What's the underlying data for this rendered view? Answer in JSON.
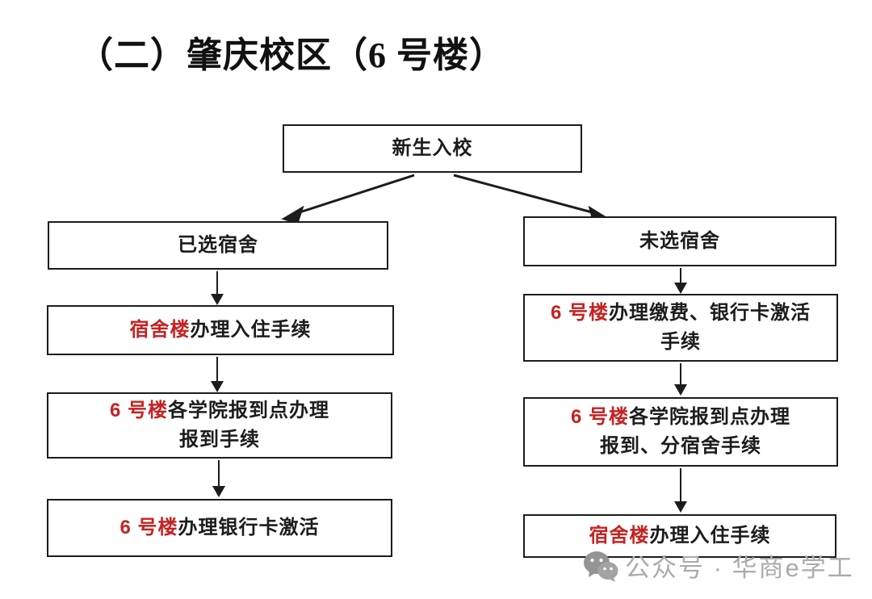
{
  "title": "（二）肇庆校区（6 号楼）",
  "flow": {
    "root": "新生入校",
    "left": {
      "header": "已选宿舍",
      "step1": {
        "red": "宿舍楼",
        "black": "办理入住手续"
      },
      "step2": {
        "red": "6 号楼",
        "black": "各学院报到点办理",
        "line2": "报到手续"
      },
      "step3": {
        "red": "6 号楼",
        "black": "办理银行卡激活"
      }
    },
    "right": {
      "header": "未选宿舍",
      "step1": {
        "red": "6 号楼",
        "black": "办理缴费、银行卡激活",
        "line2": "手续"
      },
      "step2": {
        "red": "6 号楼",
        "black": "各学院报到点办理",
        "line2": "报到、分宿舍手续"
      },
      "step3": {
        "red": "宿舍楼",
        "black": "办理入住手续"
      }
    }
  },
  "watermark": {
    "icon": "wechat-icon",
    "text": "公众号 · 华商e学工"
  },
  "colors": {
    "highlight_red": "#c62222",
    "line_black": "#1c1c1c",
    "watermark_grey": "#ababab"
  }
}
